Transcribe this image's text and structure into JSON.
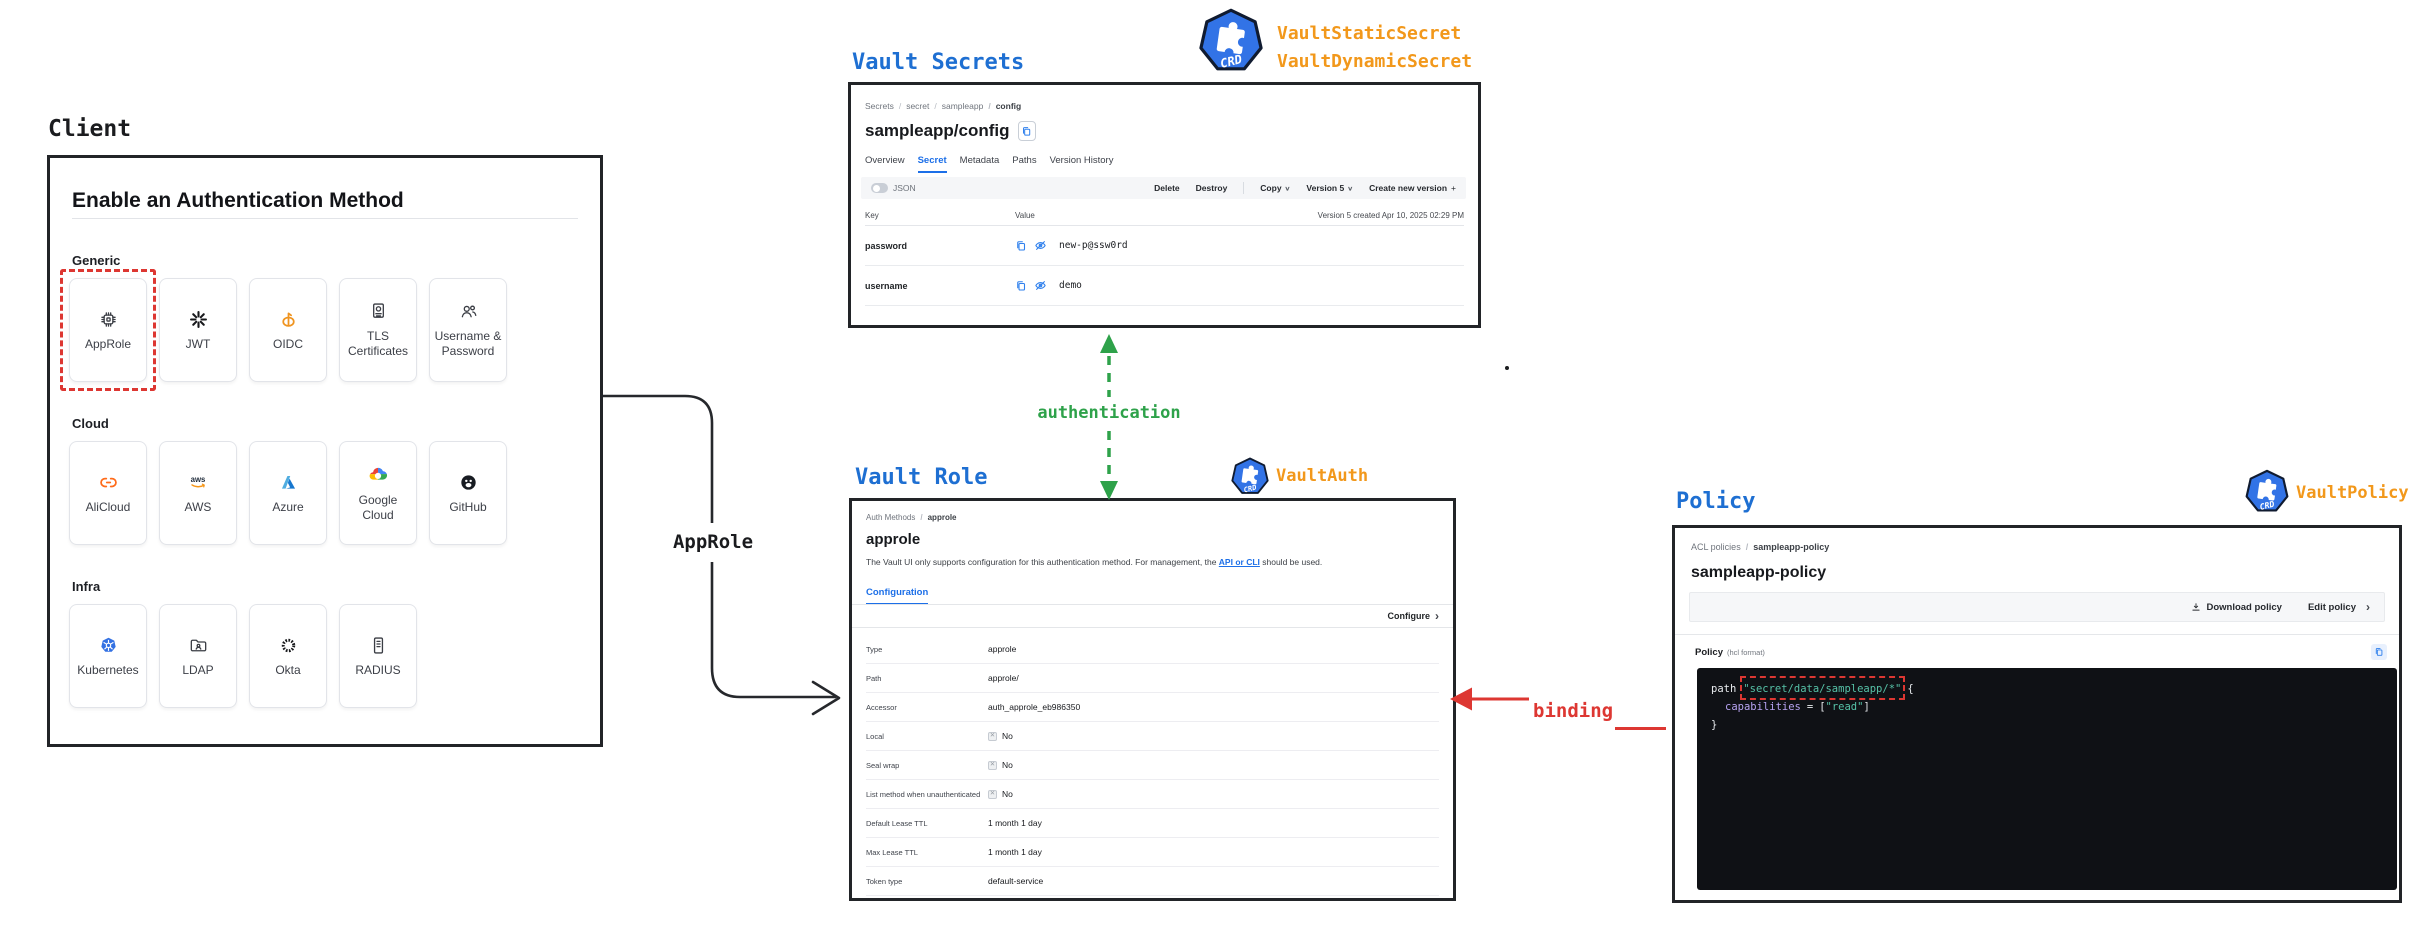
{
  "badges": {
    "crd": "CRD"
  },
  "diagram": {
    "client_label": "Client",
    "vault_secrets_label": "Vault Secrets",
    "vault_role_label": "Vault Role",
    "policy_label": "Policy",
    "crd_top_labels": [
      "VaultStaticSecret",
      "VaultDynamicSecret"
    ],
    "vault_auth_label": "VaultAuth",
    "vault_policy_label": "VaultPolicy",
    "authentication_label": "authentication",
    "approle_label": "AppRole",
    "binding_label": "binding"
  },
  "client": {
    "heading": "Enable an Authentication Method",
    "aws_logo_text": "aws",
    "sections": [
      {
        "name": "Generic",
        "tiles": [
          {
            "label": "AppRole"
          },
          {
            "label": "JWT"
          },
          {
            "label": "OIDC"
          },
          {
            "label": "TLS Certificates"
          },
          {
            "label": "Username & Password"
          }
        ]
      },
      {
        "name": "Cloud",
        "tiles": [
          {
            "label": "AliCloud"
          },
          {
            "label": "AWS"
          },
          {
            "label": "Azure"
          },
          {
            "label": "Google Cloud"
          },
          {
            "label": "GitHub"
          }
        ]
      },
      {
        "name": "Infra",
        "tiles": [
          {
            "label": "Kubernetes"
          },
          {
            "label": "LDAP"
          },
          {
            "label": "Okta"
          },
          {
            "label": "RADIUS"
          }
        ]
      }
    ]
  },
  "secrets": {
    "breadcrumb": [
      "Secrets",
      "secret",
      "sampleapp",
      "config"
    ],
    "title": "sampleapp/config",
    "tabs": [
      "Overview",
      "Secret",
      "Metadata",
      "Paths",
      "Version History"
    ],
    "json_toggle_label": "JSON",
    "delete_label": "Delete",
    "destroy_label": "Destroy",
    "copy_label": "Copy",
    "version_label": "Version 5",
    "create_label": "Create new version",
    "key_header": "Key",
    "value_header": "Value",
    "version_note": "Version 5 created Apr 10, 2025 02:29 PM",
    "rows": [
      {
        "key": "password",
        "value": "new-p@ssw0rd"
      },
      {
        "key": "username",
        "value": "demo"
      }
    ]
  },
  "role": {
    "breadcrumb": [
      "Auth Methods",
      "approle"
    ],
    "title": "approle",
    "desc_pre": "The Vault UI only supports configuration for this authentication method. For management, the ",
    "desc_link": "API or CLI",
    "desc_post": " should be used.",
    "tab": "Configuration",
    "configure_label": "Configure",
    "rows": [
      {
        "label": "Type",
        "value": "approle"
      },
      {
        "label": "Path",
        "value": "approle/"
      },
      {
        "label": "Accessor",
        "value": "auth_approle_eb986350"
      },
      {
        "label": "Local",
        "value": "No",
        "checkbox": true
      },
      {
        "label": "Seal wrap",
        "value": "No",
        "checkbox": true
      },
      {
        "label": "List method when unauthenticated",
        "value": "No",
        "checkbox": true
      },
      {
        "label": "Default Lease TTL",
        "value": "1 month 1 day"
      },
      {
        "label": "Max Lease TTL",
        "value": "1 month 1 day"
      },
      {
        "label": "Token type",
        "value": "default-service"
      }
    ]
  },
  "policy": {
    "breadcrumb": [
      "ACL policies",
      "sampleapp-policy"
    ],
    "title": "sampleapp-policy",
    "download_label": "Download policy",
    "edit_label": "Edit policy",
    "code_label": "Policy",
    "code_label_suffix": "(hcl format)",
    "code": {
      "kw": "path",
      "path_string": "\"secret/data/sampleapp/*\"",
      "open_brace": "{",
      "prop": "capabilities",
      "eq": "=",
      "open_bracket": "[",
      "value_string": "\"read\"",
      "close_bracket": "]",
      "close_brace": "}"
    }
  }
}
